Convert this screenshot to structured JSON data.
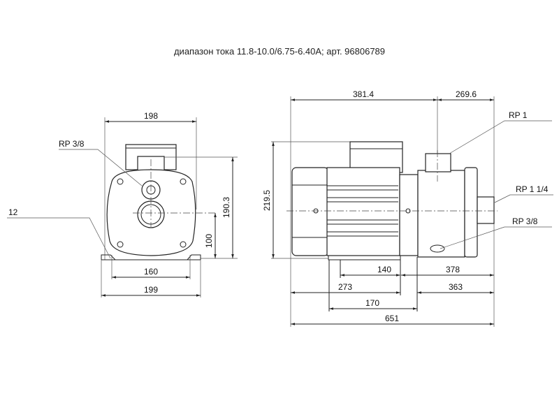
{
  "title": "диапазон тока 11.8-10.0/6.75-6.40A; арт. 96806789",
  "front_view": {
    "width_top": "198",
    "outlet_label": "RP 3/8",
    "foot_label": "12",
    "height_total": "190.3",
    "height_axis": "100",
    "foot_holes": "160",
    "width_base": "199"
  },
  "side_view": {
    "length_motor": "381.4",
    "length_pump": "269.6",
    "height": "219.5",
    "outlet_label": "RP 1",
    "inlet_label": "RP 1 1/4",
    "drain_label": "RP 3/8",
    "dim_140": "140",
    "dim_378": "378",
    "dim_273": "273",
    "dim_363": "363",
    "dim_170": "170",
    "length_total": "651"
  }
}
